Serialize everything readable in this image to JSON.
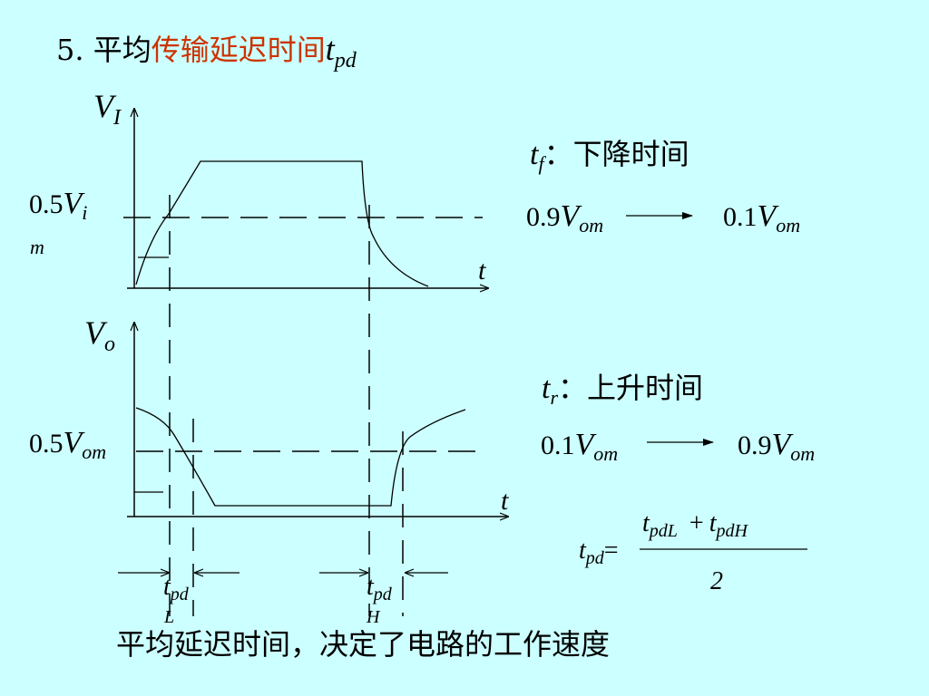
{
  "title": {
    "prefix": "5. 平均",
    "highlight": "传输延迟时间",
    "symbol": "t",
    "symbol_sub": "pd"
  },
  "input_waveform": {
    "axis_label": "V",
    "axis_label_sub": "I",
    "threshold_coef": "0.5",
    "threshold_var": "V",
    "threshold_sub_line1": "i",
    "threshold_sub_line2": "m",
    "time_label": "t"
  },
  "output_waveform": {
    "axis_label": "V",
    "axis_label_sub": "o",
    "threshold_coef": "0.5",
    "threshold_var": "V",
    "threshold_sub": "om",
    "time_label": "t"
  },
  "fall_time": {
    "symbol": "t",
    "sub": "f",
    "colon": "：",
    "desc": "下降时间",
    "from_coef": "0.9",
    "from_var": "V",
    "from_sub": "om",
    "to_coef": "0.1",
    "to_var": "V",
    "to_sub": "om"
  },
  "rise_time": {
    "symbol": "t",
    "sub": "r",
    "colon": "：",
    "desc": "上升时间",
    "from_coef": "0.1",
    "from_var": "V",
    "from_sub": "om",
    "to_coef": "0.9",
    "to_var": "V",
    "to_sub": "om"
  },
  "tpdL_label": {
    "symbol": "t",
    "sub": "pd",
    "sub2": "L"
  },
  "tpdH_label": {
    "symbol": "t",
    "sub": "pd",
    "sub2": "H"
  },
  "formula": {
    "lhs": "t",
    "lhs_sub": "pd",
    "equals": "=",
    "num_a": "t",
    "num_a_sub": "pdL",
    "plus": "+",
    "num_b": "t",
    "num_b_sub": "pdH",
    "denominator": "2"
  },
  "footer": "平均延迟时间，决定了电路的工作速度"
}
